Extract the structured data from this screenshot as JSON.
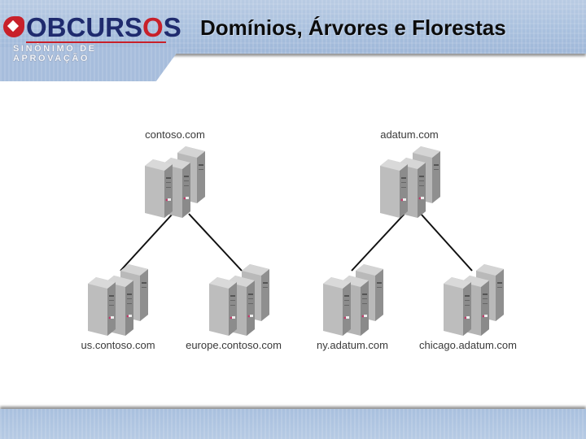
{
  "header": {
    "logo": {
      "brand_prefix": "OBCURS",
      "brand_accent": "O",
      "brand_suffix": "S",
      "tagline": "SINÔNIMO DE APROVAÇÃO"
    },
    "title": "Domínios, Árvores e Florestas"
  },
  "diagram": {
    "forests": [
      {
        "root": {
          "label": "contoso.com"
        },
        "children": [
          {
            "label": "us.contoso.com"
          },
          {
            "label": "europe.contoso.com"
          }
        ]
      },
      {
        "root": {
          "label": "adatum.com"
        },
        "children": [
          {
            "label": "ny.adatum.com"
          },
          {
            "label": "chicago.adatum.com"
          }
        ]
      }
    ],
    "icon": "server-cluster-icon"
  },
  "colors": {
    "header_blue": "#a9c0de",
    "logo_navy": "#1f2b6e",
    "logo_red": "#c8202a",
    "server_gray": "#a8a8a8"
  }
}
